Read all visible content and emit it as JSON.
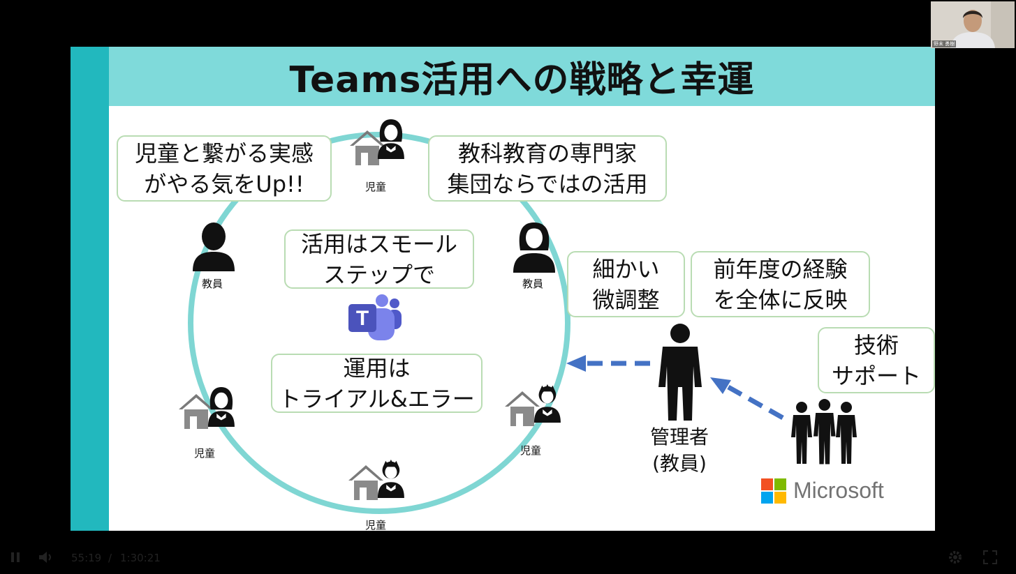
{
  "slide": {
    "title": "Teams活用への戦略と幸運",
    "boxes": {
      "connect_line1": "児童と繋がる実感",
      "connect_line2": "がやる気をUp!!",
      "expert_line1": "教科教育の専門家",
      "expert_line2": "集団ならではの活用",
      "small_step_line1": "活用はスモール",
      "small_step_line2": "ステップで",
      "trial_line1": "運用は",
      "trial_line2": "トライアル&エラー",
      "fine_tune_line1": "細かい",
      "fine_tune_line2": "微調整",
      "previous_year_line1": "前年度の経験",
      "previous_year_line2": "を全体に反映",
      "tech_support_line1": "技術",
      "tech_support_line2": "サポート"
    },
    "labels": {
      "student": "児童",
      "teacher": "教員",
      "admin_line1": "管理者",
      "admin_line2": "(教員)"
    },
    "microsoft": {
      "name": "Microsoft",
      "colors": [
        "#f25022",
        "#7fba00",
        "#00a4ef",
        "#ffb900"
      ]
    },
    "colors": {
      "accent": "#22b8be",
      "title_band": "#7fdada",
      "circle": "#7fd6d3",
      "arrow": "#4472c4",
      "teams": "#5b5fc7"
    }
  },
  "webcam": {
    "name_tag": "野末 勇樹"
  },
  "player": {
    "current_time": "55:19",
    "separator": "/",
    "duration": "1:30:21"
  }
}
